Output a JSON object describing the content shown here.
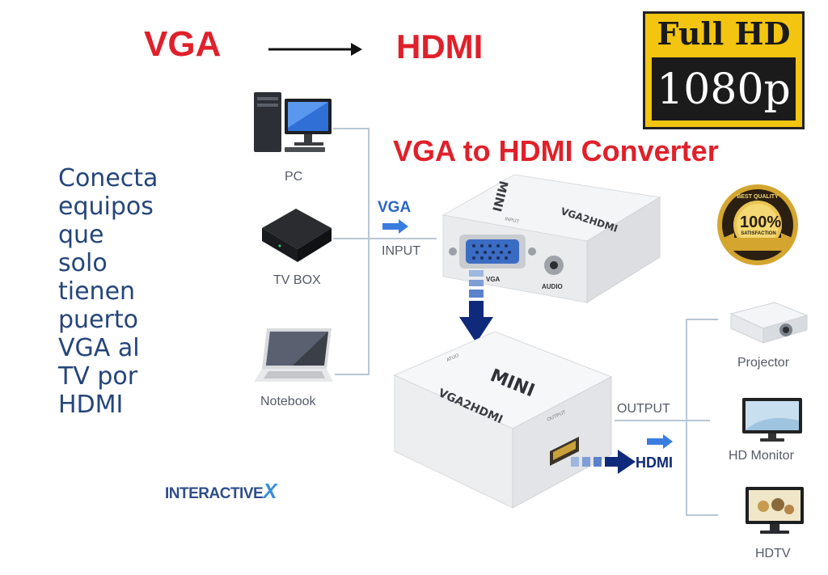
{
  "header": {
    "left": "VGA",
    "right": "HDMI"
  },
  "badge": {
    "top": "Full HD",
    "bottom": "1080p"
  },
  "converter_title": "VGA to HDMI Converter",
  "description_lines": [
    "Conecta",
    "equipos",
    "que",
    "solo",
    "tienen",
    "puerto",
    "VGA al",
    "TV por",
    "HDMI"
  ],
  "inputs": [
    {
      "label": "PC",
      "icon": "desktop-pc-icon"
    },
    {
      "label": "TV BOX",
      "icon": "tv-box-icon"
    },
    {
      "label": "Notebook",
      "icon": "notebook-icon"
    }
  ],
  "input_tag": {
    "signal": "VGA",
    "caption": "INPUT"
  },
  "top_device": {
    "brand": "MINI",
    "model": "VGA2HDMI",
    "port_vga": "VGA",
    "port_audio": "AUDIO",
    "small_label": "INPUT"
  },
  "bottom_device": {
    "brand": "MINI",
    "model": "VGA2HDMI",
    "port_label": "OUTPUT",
    "side_label": "ATUO"
  },
  "output_tag": {
    "caption": "OUTPUT",
    "signal": "HDMI"
  },
  "outputs": [
    {
      "label": "Projector",
      "icon": "projector-icon"
    },
    {
      "label": "HD Monitor",
      "icon": "hd-monitor-icon"
    },
    {
      "label": "HDTV",
      "icon": "hdtv-icon"
    }
  ],
  "seal": {
    "ring_text": "BEST QUALITY",
    "percent": "100%",
    "caption": "SATISFACTION"
  },
  "brand_logo": {
    "text": "INTERACTIVE",
    "mark": "X"
  },
  "colors": {
    "red": "#e0202a",
    "navy": "#0f2a7a",
    "blue": "#2b66c8",
    "gold": "#c9a227",
    "text_blue": "#25457a"
  }
}
